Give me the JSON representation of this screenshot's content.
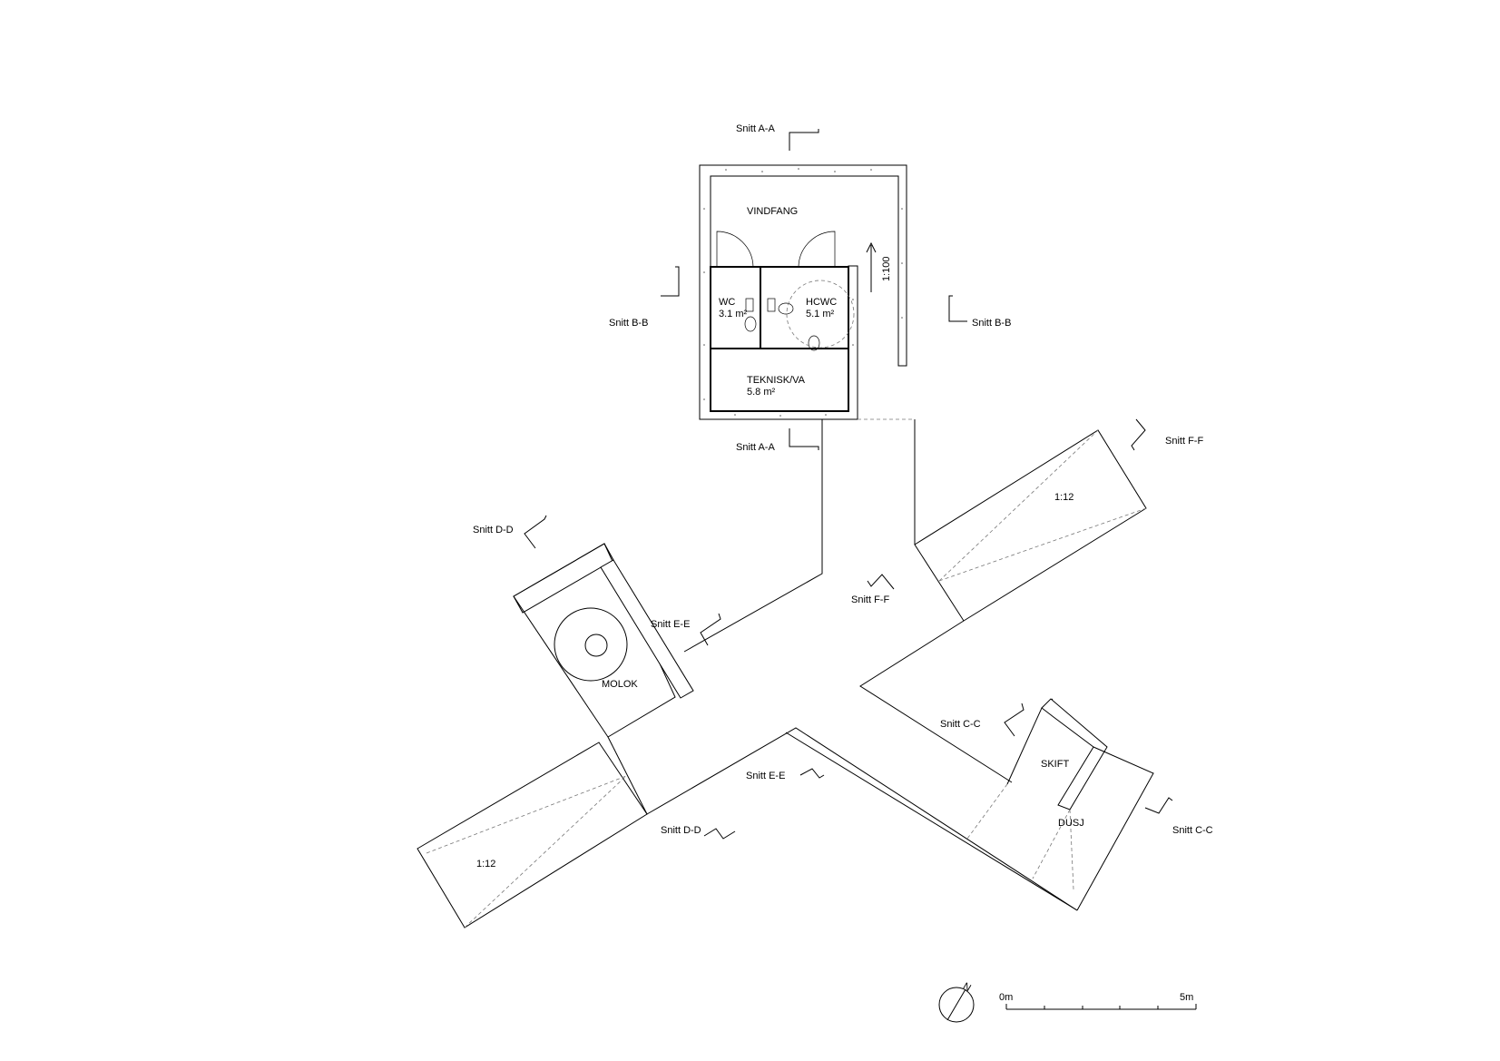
{
  "rooms": {
    "vindfang": "VINDFANG",
    "wc": "WC",
    "wc_area": "3.1 m²",
    "hcwc": "HCWC",
    "hcwc_area": "5.1 m²",
    "teknisk": "TEKNISK/VA",
    "teknisk_area": "5.8 m²",
    "molok": "MOLOK",
    "skift": "SKIFT",
    "dusj": "DUSJ"
  },
  "ramps": {
    "slope_right": "1:12",
    "slope_left": "1:12",
    "slope_entry": "1:100"
  },
  "sections": {
    "a_top": "Snitt A-A",
    "a_bottom": "Snitt A-A",
    "b_left": "Snitt B-B",
    "b_right": "Snitt B-B",
    "c_left": "Snitt C-C",
    "c_right": "Snitt C-C",
    "d_top": "Snitt D-D",
    "d_bottom": "Snitt D-D",
    "e_top": "Snitt E-E",
    "e_bottom": "Snitt E-E",
    "f_center": "Snitt F-F",
    "f_right": "Snitt F-F"
  },
  "north": "N",
  "scalebar": {
    "start": "0m",
    "end": "5m",
    "divisions": 5
  }
}
